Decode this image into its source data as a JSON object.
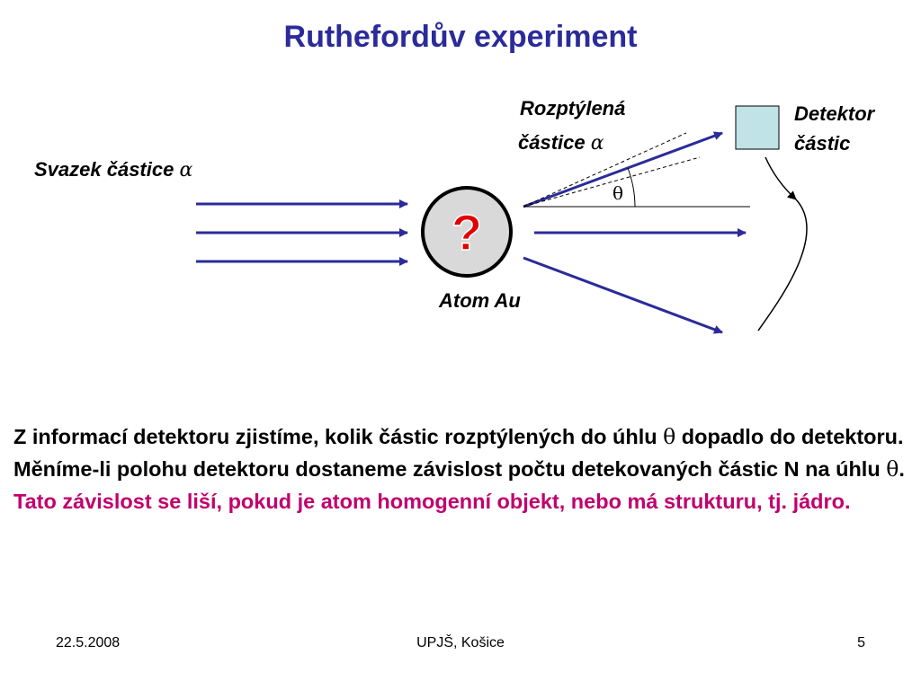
{
  "title": "Ruthefordův experiment",
  "diagram": {
    "beam_label": "Svazek částice",
    "alpha_symbol": "α",
    "theta_symbol": "θ",
    "atom_label": "Atom Au",
    "atom_symbol": "?",
    "scattered_label_line1": "Rozptýlená",
    "scattered_label_line2": "částice",
    "detector_label_line1": "Detektor",
    "detector_label_line2": "částic",
    "colors": {
      "arrow": "#2b2b9a",
      "atom_fill": "#d9d9d9",
      "question_mark": "#e00000",
      "detector_fill": "#bfe3e6"
    }
  },
  "body": {
    "part1": "Z informací detektoru zjistíme, kolik částic rozptýlených do úhlu ",
    "theta1": "θ",
    "part2": " dopadlo do detektoru. Měníme-li polohu detektoru dostaneme závislost počtu detekovaných částic N na úhlu ",
    "theta2": "θ",
    "part3": ".  ",
    "highlight": "Tato závislost se liší, pokud je atom homogenní objekt, nebo má  strukturu, tj. jádro."
  },
  "footer": {
    "date": "22.5.2008",
    "institution": "UPJŠ, Košice",
    "page": "5"
  }
}
